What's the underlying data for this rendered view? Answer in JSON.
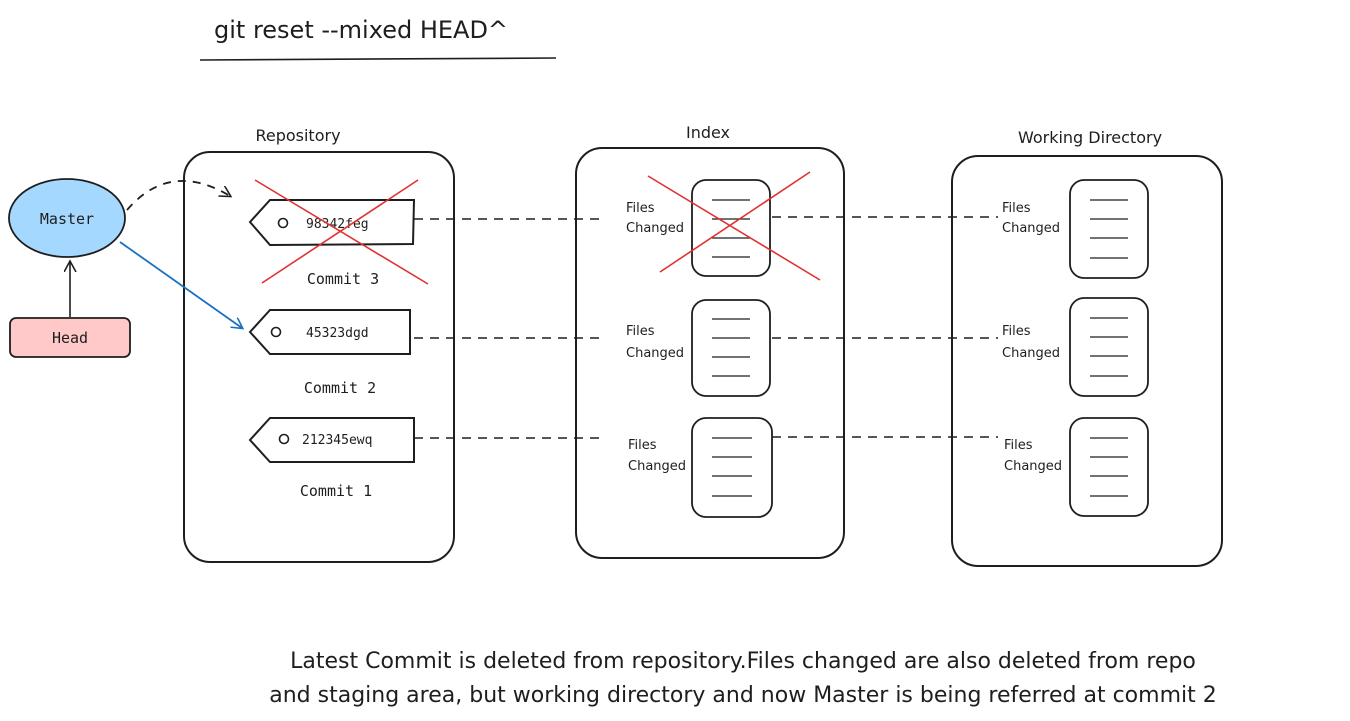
{
  "title": "git reset --mixed HEAD^",
  "nodes": {
    "master": {
      "label": "Master",
      "fill": "#a5d8ff"
    },
    "head": {
      "label": "Head",
      "fill": "#ffc9c9"
    }
  },
  "sections": {
    "repository": {
      "label": "Repository"
    },
    "index": {
      "label": "Index"
    },
    "working": {
      "label": "Working Directory"
    }
  },
  "commits": [
    {
      "hash": "98342feg",
      "label": "Commit 3",
      "deleted": true
    },
    {
      "hash": "45323dgd",
      "label": "Commit 2",
      "deleted": false
    },
    {
      "hash": "212345ewq",
      "label": "Commit 1",
      "deleted": false
    }
  ],
  "files": {
    "line1": "Files",
    "line2": "Changed"
  },
  "caption": {
    "line1": "Latest Commit is deleted from repository.Files changed are also deleted from repo",
    "line2": "and staging area, but working directory and now Master is being referred at commit 2"
  },
  "colors": {
    "stroke": "#1e1e1e",
    "delete": "#e03131",
    "pointer": "#1971c2"
  }
}
